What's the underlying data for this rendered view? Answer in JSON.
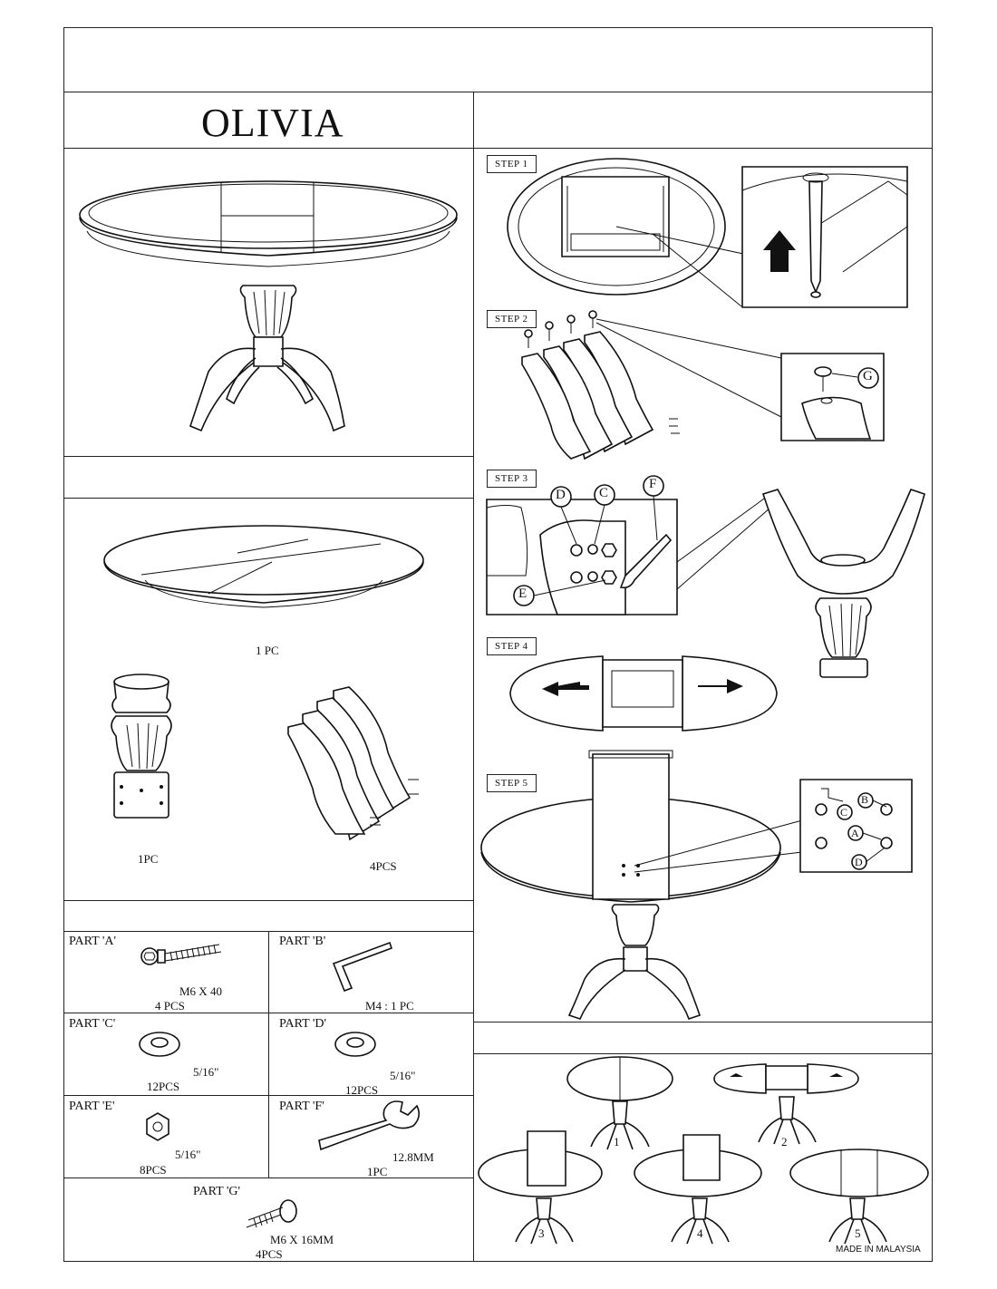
{
  "header": {
    "title": "OLIVIA"
  },
  "parts_view": {
    "tabletop_qty": "1 PC",
    "pedestal_qty": "1PC",
    "legs_qty": "4PCS"
  },
  "hardware": [
    {
      "label": "PART 'A'",
      "spec": "M6 X 40",
      "qty": "4 PCS",
      "icon": "bolt-icon"
    },
    {
      "label": "PART 'B'",
      "spec": "M4 : 1 PC",
      "qty": "",
      "icon": "allen-key-icon"
    },
    {
      "label": "PART 'C'",
      "spec": "5/16\"",
      "qty": "12PCS",
      "icon": "spring-washer-icon"
    },
    {
      "label": "PART 'D'",
      "spec": "5/16\"",
      "qty": "12PCS",
      "icon": "flat-washer-icon"
    },
    {
      "label": "PART 'E'",
      "spec": "5/16\"",
      "qty": "8PCS",
      "icon": "hex-nut-icon"
    },
    {
      "label": "PART 'F'",
      "spec": "12.8MM",
      "qty": "1PC",
      "icon": "spanner-icon"
    },
    {
      "label": "PART 'G'",
      "spec": "M6 X 16MM",
      "qty": "4PCS",
      "icon": "screw-icon"
    }
  ],
  "steps": {
    "step1": "STEP 1",
    "step2": "STEP 2",
    "step3": "STEP 3",
    "step4": "STEP 4",
    "step5": "STEP 5"
  },
  "callouts": {
    "g": "G",
    "d": "D",
    "c": "C",
    "f": "F",
    "e": "E",
    "b5": "B",
    "c5": "C",
    "a5": "A",
    "d5": "D"
  },
  "extension_sequence": [
    "1",
    "2",
    "3",
    "4",
    "5"
  ],
  "footer": {
    "made_in": "MADE IN MALAYSIA"
  }
}
